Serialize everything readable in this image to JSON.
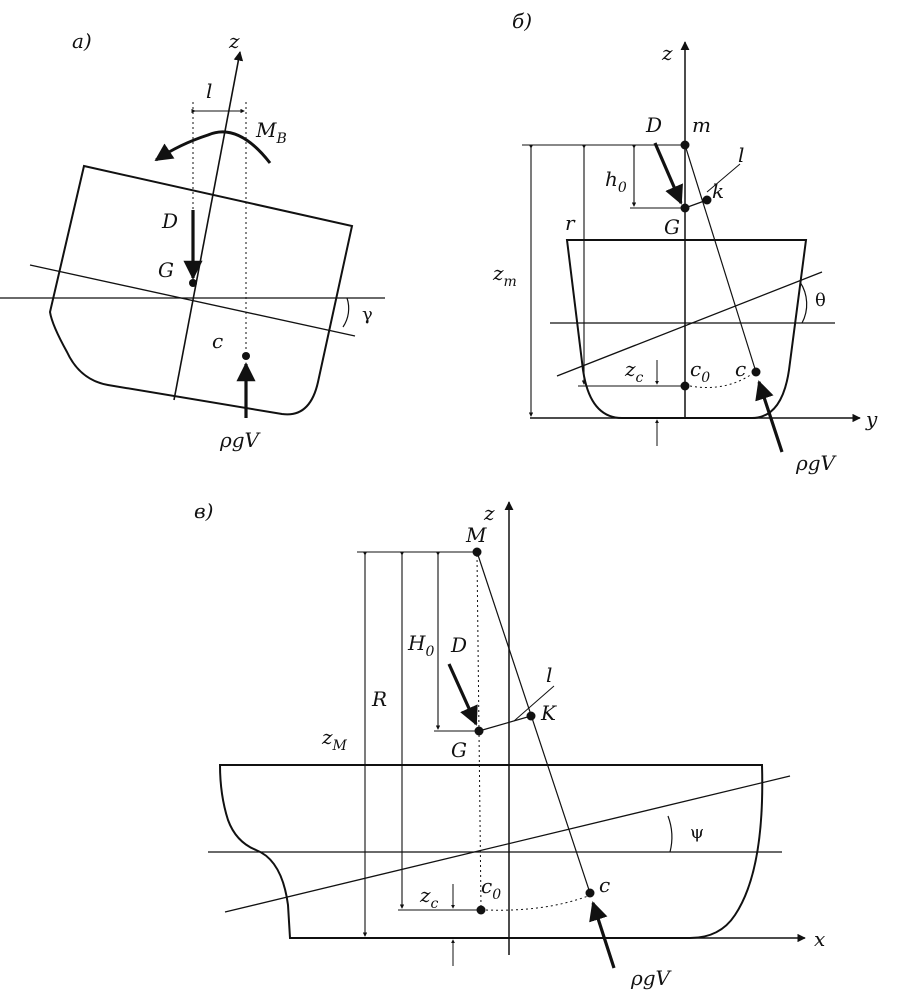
{
  "panel_a": {
    "label": "a)",
    "axis_z": "z",
    "arm_l": "l",
    "moment": "M",
    "moment_sub": "B",
    "weight": "D",
    "center_gravity": "G",
    "buoyancy_center": "c",
    "heel_angle": "γ",
    "buoyancy": "ρgV"
  },
  "panel_b": {
    "label": "б)",
    "axis_z": "z",
    "axis_y": "y",
    "weight": "D",
    "metacenter": "m",
    "line_l": "l",
    "point_k": "k",
    "height_h": "h",
    "height_h_sub": "0",
    "center_gravity": "G",
    "radius": "r",
    "height_zm": "z",
    "height_zm_sub": "m",
    "angle": "θ",
    "zc": "z",
    "zc_sub": "c",
    "c0": "c",
    "c0_sub": "0",
    "buoyancy_center": "c",
    "buoyancy": "ρgV"
  },
  "panel_c": {
    "label": "в)",
    "axis_z": "z",
    "axis_x": "x",
    "metacenter": "M",
    "height_H": "H",
    "height_H_sub": "0",
    "weight": "D",
    "line_l": "l",
    "point_K": "K",
    "center_gravity": "G",
    "radius": "R",
    "height_zM": "z",
    "height_zM_sub": "M",
    "angle": "ψ",
    "zc": "z",
    "zc_sub": "c",
    "c0": "c",
    "c0_sub": "0",
    "buoyancy_center": "c",
    "buoyancy": "ρgV"
  }
}
